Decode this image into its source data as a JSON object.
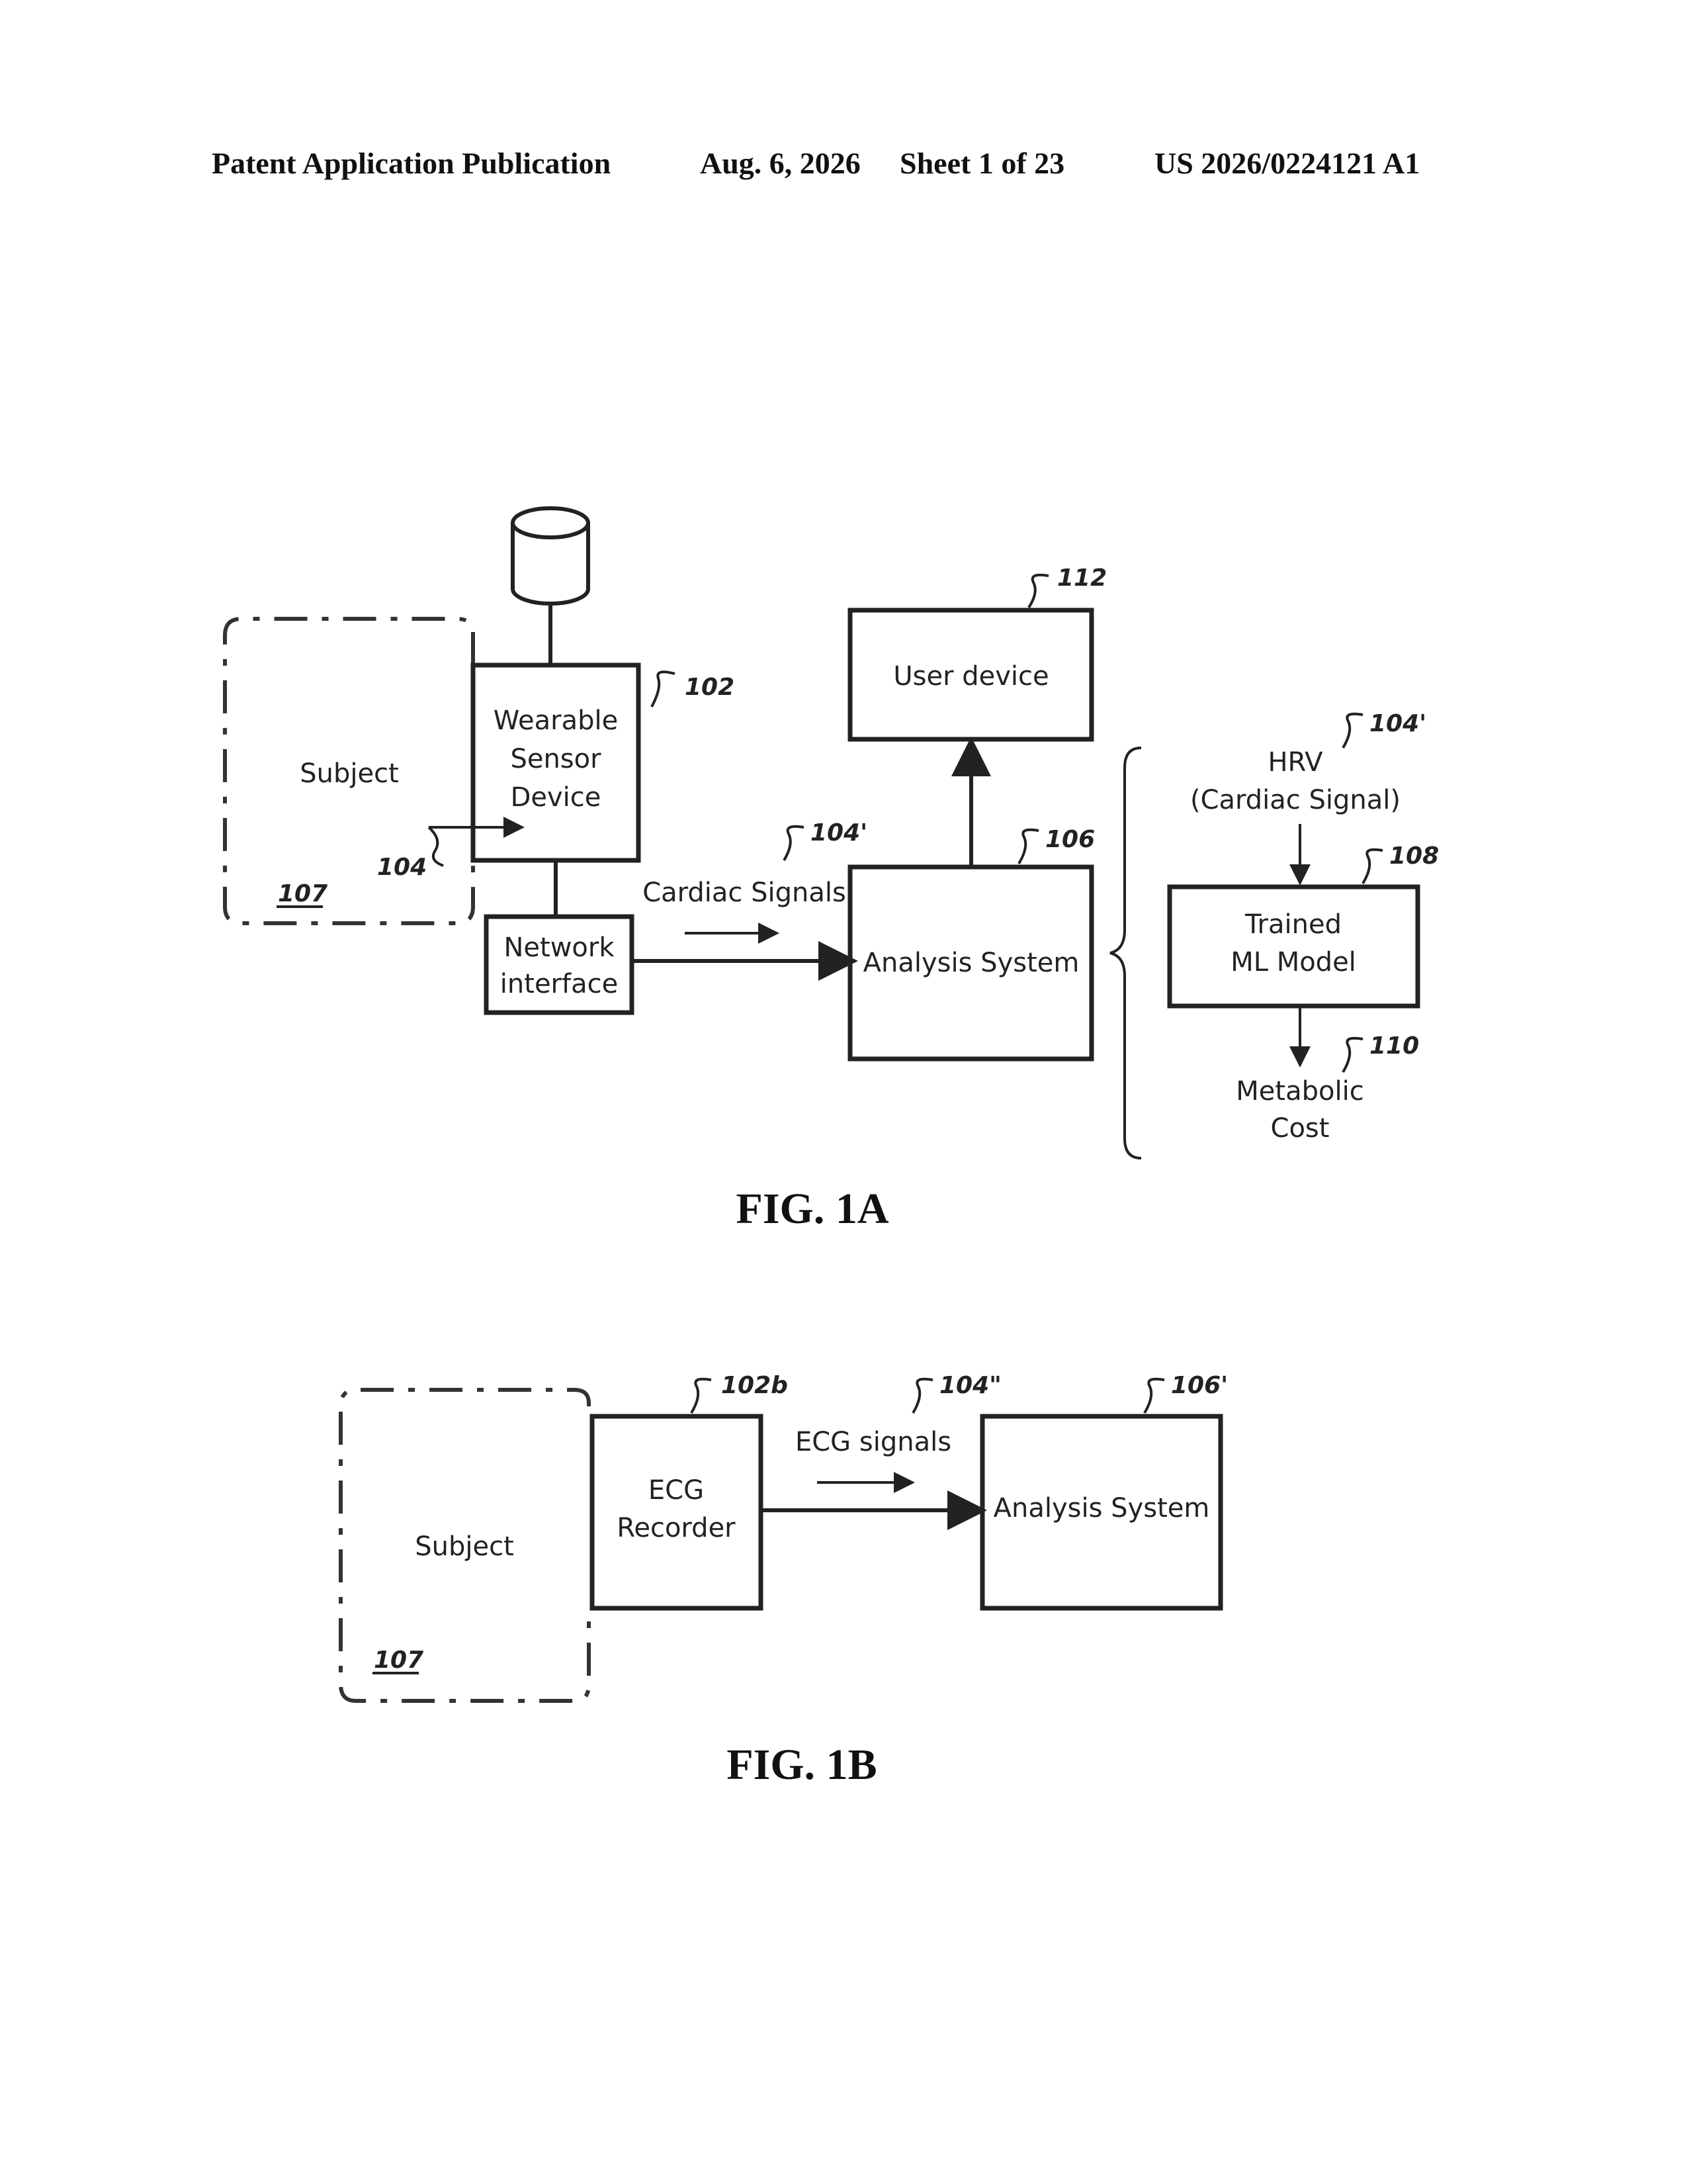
{
  "header": {
    "publication": "Patent Application Publication",
    "date": "Aug. 6, 2026",
    "sheet": "Sheet 1 of 23",
    "number": "US 2026/0224121 A1"
  },
  "fig1a": {
    "caption": "FIG. 1A",
    "subject": {
      "label": "Subject",
      "ref": "107"
    },
    "wearable": {
      "lines": [
        "Wearable",
        "Sensor",
        "Device"
      ],
      "ref": "102"
    },
    "signal_ref": "104",
    "network": {
      "lines": [
        "Network",
        "interface"
      ]
    },
    "cardiac_label": "Cardiac Signals",
    "cardiac_ref": "104'",
    "analysis": {
      "label": "Analysis System",
      "ref": "106"
    },
    "user_device": {
      "label": "User device",
      "ref": "112"
    },
    "hrv": {
      "lines": [
        "HRV",
        "(Cardiac Signal)"
      ],
      "ref": "104'"
    },
    "ml_model": {
      "lines": [
        "Trained",
        "ML Model"
      ],
      "ref": "108"
    },
    "metabolic": {
      "lines": [
        "Metabolic",
        "Cost"
      ],
      "ref": "110"
    }
  },
  "fig1b": {
    "caption": "FIG. 1B",
    "subject": {
      "label": "Subject",
      "ref": "107"
    },
    "ecg": {
      "lines": [
        "ECG",
        "Recorder"
      ],
      "ref": "102b"
    },
    "ecg_label": "ECG signals",
    "ecg_ref": "104\"",
    "analysis": {
      "label": "Analysis System",
      "ref": "106'"
    }
  }
}
